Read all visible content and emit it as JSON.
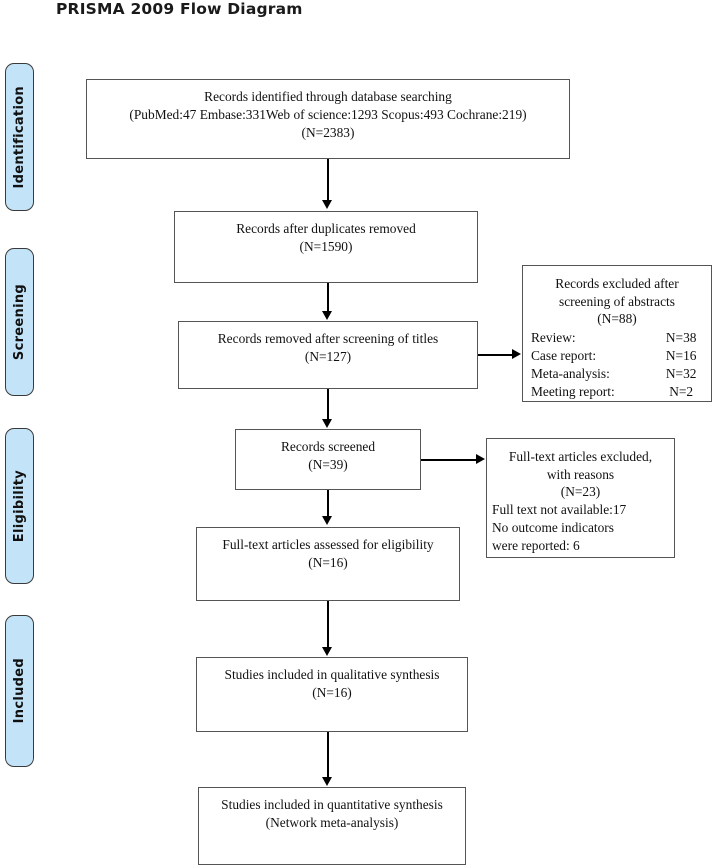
{
  "title": "PRISMA 2009 Flow Diagram",
  "colors": {
    "pill_fill": "#c3e4f8",
    "pill_border": "#3a3a3a",
    "box_border": "#555555",
    "connector": "#000000",
    "text": "#111111"
  },
  "stages": [
    {
      "id": "identification",
      "label": "Identification"
    },
    {
      "id": "screening",
      "label": "Screening"
    },
    {
      "id": "eligibility",
      "label": "Eligibility"
    },
    {
      "id": "included",
      "label": "Included"
    }
  ],
  "boxes": {
    "records_identified": {
      "text": "Records identified through database searching\n(PubMed:47 Embase:331Web of science:1293 Scopus:493 Cochrane:219)\n(N=2383)"
    },
    "duplicates_removed": {
      "text": "Records after duplicates removed\n(N=1590)"
    },
    "removed_titles": {
      "text": "Records removed after screening of titles\n(N=127)"
    },
    "excluded_abstracts": {
      "head": "Records excluded after\nscreening of abstracts\n(N=88)",
      "reasons": [
        {
          "name": "Review:",
          "value": "N=38"
        },
        {
          "name": "Case report:",
          "value": "N=16"
        },
        {
          "name": "Meta-analysis:",
          "value": "N=32"
        },
        {
          "name": "Meeting report:",
          "value": "N=2"
        }
      ]
    },
    "records_screened": {
      "text": "Records screened\n(N=39)"
    },
    "fulltext_excluded": {
      "head": "Full-text articles excluded,\nwith reasons\n(N=23)",
      "details": "Full text not available:17\nNo outcome indicators\nwere reported: 6"
    },
    "fulltext_assessed": {
      "text": "Full-text articles assessed for eligibility\n(N=16)"
    },
    "qualitative_synthesis": {
      "text": "Studies included in qualitative synthesis\n(N=16)"
    },
    "quantitative_synthesis": {
      "text": "Studies included in quantitative synthesis\n(Network meta-analysis)"
    }
  },
  "chart_data": {
    "type": "diagram",
    "title": "PRISMA 2009 Flow Diagram",
    "nodes": [
      {
        "id": "records_identified",
        "stage": "Identification",
        "label": "Records identified through database searching",
        "n": 2383,
        "sources": [
          {
            "name": "PubMed",
            "count": 47
          },
          {
            "name": "Embase",
            "count": 331
          },
          {
            "name": "Web of science",
            "count": 1293
          },
          {
            "name": "Scopus",
            "count": 493
          },
          {
            "name": "Cochrane",
            "count": 219
          }
        ]
      },
      {
        "id": "duplicates_removed",
        "stage": "Screening",
        "label": "Records after duplicates removed",
        "n": 1590
      },
      {
        "id": "removed_titles",
        "stage": "Screening",
        "label": "Records removed after screening of titles",
        "n": 127
      },
      {
        "id": "excluded_abstracts",
        "stage": "Screening",
        "label": "Records excluded after screening of abstracts",
        "n": 88,
        "reasons": [
          {
            "name": "Review",
            "n": 38
          },
          {
            "name": "Case report",
            "n": 16
          },
          {
            "name": "Meta-analysis",
            "n": 32
          },
          {
            "name": "Meeting report",
            "n": 2
          }
        ]
      },
      {
        "id": "records_screened",
        "stage": "Eligibility",
        "label": "Records screened",
        "n": 39
      },
      {
        "id": "fulltext_excluded",
        "stage": "Eligibility",
        "label": "Full-text articles excluded, with reasons",
        "n": 23,
        "reasons": [
          {
            "name": "Full text not available",
            "n": 17
          },
          {
            "name": "No outcome indicators were reported",
            "n": 6
          }
        ]
      },
      {
        "id": "fulltext_assessed",
        "stage": "Eligibility",
        "label": "Full-text articles assessed for eligibility",
        "n": 16
      },
      {
        "id": "qualitative_synthesis",
        "stage": "Included",
        "label": "Studies included in qualitative synthesis",
        "n": 16
      },
      {
        "id": "quantitative_synthesis",
        "stage": "Included",
        "label": "Studies included in quantitative synthesis (Network meta-analysis)"
      }
    ],
    "edges": [
      {
        "from": "records_identified",
        "to": "duplicates_removed",
        "dir": "down"
      },
      {
        "from": "duplicates_removed",
        "to": "removed_titles",
        "dir": "down"
      },
      {
        "from": "removed_titles",
        "to": "excluded_abstracts",
        "dir": "right"
      },
      {
        "from": "removed_titles",
        "to": "records_screened",
        "dir": "down"
      },
      {
        "from": "records_screened",
        "to": "fulltext_excluded",
        "dir": "right"
      },
      {
        "from": "records_screened",
        "to": "fulltext_assessed",
        "dir": "down"
      },
      {
        "from": "fulltext_assessed",
        "to": "qualitative_synthesis",
        "dir": "down"
      },
      {
        "from": "qualitative_synthesis",
        "to": "quantitative_synthesis",
        "dir": "down"
      }
    ]
  }
}
